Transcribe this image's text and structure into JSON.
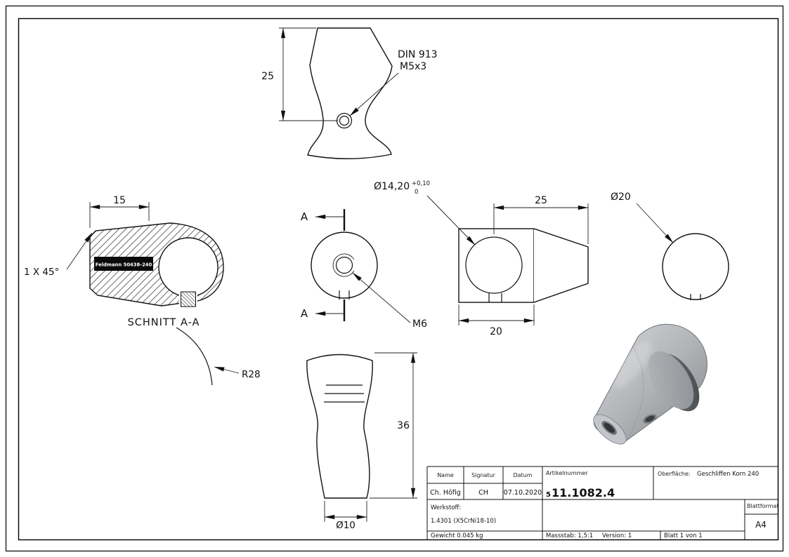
{
  "views": {
    "front": {
      "dim_height": "25",
      "din_line1": "DIN 913",
      "din_line2": "M5x3"
    },
    "section": {
      "title": "SCHNITT A-A",
      "dim_width": "15",
      "chamfer": "1 X 45°",
      "stamp": "Feldmann 50438-240",
      "radius": "R28"
    },
    "axial": {
      "cut_letter": "A",
      "thread": "M6"
    },
    "side": {
      "dia_main": "Ø14,20",
      "dia_tol_up": "+0,10",
      "dia_tol_low": "0",
      "dim_length": "25",
      "dim_body": "20"
    },
    "end": {
      "dia": "Ø20"
    },
    "bottom": {
      "dim_height": "36",
      "dia": "Ø10"
    }
  },
  "title_block": {
    "name_label": "Name",
    "signatur_label": "Signatur",
    "datum_label": "Datum",
    "name": "Ch. Höfig",
    "signatur": "CH",
    "datum": "07.10.2020",
    "artikel_label": "Artikelnummer",
    "artikel_prefix": "5",
    "artikel_number": "11.1082.4",
    "oberflaeche_label": "Oberfläche:",
    "oberflaeche_value": "Geschliffen Korn 240",
    "werkstoff_label": "Werkstoff:",
    "werkstoff_value": "1.4301 (X5CrNi18-10)",
    "gewicht": "Gewicht 0.045 kg",
    "massstab": "Massstab: 1,5:1",
    "version": "Version: 1",
    "blatt": "Blatt 1 von 1",
    "blattformat_label": "Blattformat",
    "blattformat_value": "A4"
  }
}
